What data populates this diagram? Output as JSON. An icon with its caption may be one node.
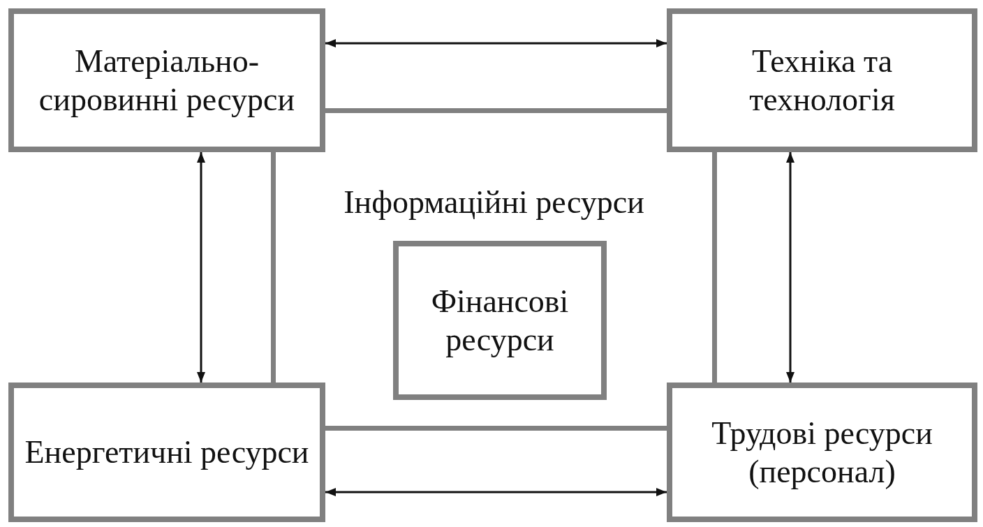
{
  "diagram": {
    "nodes": [
      {
        "text": [
          "Матеріально-сировинні ресурси"
        ]
      },
      {
        "text": [
          "Техніка та технологія"
        ]
      },
      {
        "text": [
          "Інформаційні ресурси"
        ]
      },
      {
        "text": [
          "Фінансові ресурси"
        ],
        "in": 2
      },
      {
        "text": [
          "Енергетичні ресурси"
        ]
      },
      {
        "text": [
          "Трудові ресурси (персонал)"
        ]
      }
    ],
    "edges": [
      {
        "from": 0,
        "to": 1,
        "arrow": "both"
      },
      {
        "from": 0,
        "to": 4,
        "arrow": "both"
      },
      {
        "from": 1,
        "to": 5,
        "arrow": "both"
      },
      {
        "from": 4,
        "to": 5,
        "arrow": "both"
      }
    ]
  }
}
